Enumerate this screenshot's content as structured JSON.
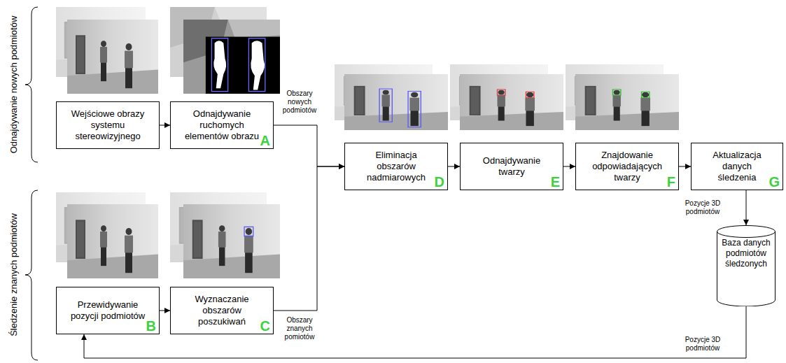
{
  "diagram": {
    "nodes": [
      {
        "text": [
          "Wejściowe obrazy systemu stereowizyjnego"
        ]
      },
      {
        "text": [
          "Odnajdywanie ruchomych elementów obrazu",
          "A"
        ]
      },
      {
        "text": [
          "Przewidywanie pozycji podmiotów",
          "B"
        ]
      },
      {
        "text": [
          "Wyznaczanie obszarów poszukiwań",
          "C"
        ]
      },
      {
        "text": [
          "Eliminacja obszarów nadmiarowych",
          "D"
        ]
      },
      {
        "text": [
          "Odnajdywanie twarzy",
          "E"
        ]
      },
      {
        "text": [
          "Znajdowanie odpowiadających twarzy",
          "F"
        ]
      },
      {
        "text": [
          "Aktualizacja danych śledzenia",
          "G"
        ]
      },
      {
        "text": [
          "Baza danych podmiotów śledzonych"
        ]
      }
    ],
    "edges": [
      {
        "from": 0,
        "to": 1,
        "arrow": "to"
      },
      {
        "from": 1,
        "to": 4,
        "label": "Obszary nowych podmiotów",
        "arrow": "to"
      },
      {
        "from": 2,
        "to": 3,
        "arrow": "to"
      },
      {
        "from": 3,
        "to": 4,
        "label": "Obszary znanych pomiotów",
        "arrow": "to"
      },
      {
        "from": 4,
        "to": 5,
        "arrow": "to"
      },
      {
        "from": 5,
        "to": 6,
        "arrow": "to"
      },
      {
        "from": 6,
        "to": 7,
        "arrow": "to"
      },
      {
        "from": 7,
        "to": 8,
        "label": "Pozycje 3D podmiotów",
        "arrow": "to"
      },
      {
        "from": 8,
        "to": 2,
        "label": "Pozycje 3D podmiotów",
        "arrow": "to"
      }
    ],
    "labels": [
      "Odnajdywanie nowych podmiotów",
      "Śledzenie znanych podmiotów"
    ]
  }
}
